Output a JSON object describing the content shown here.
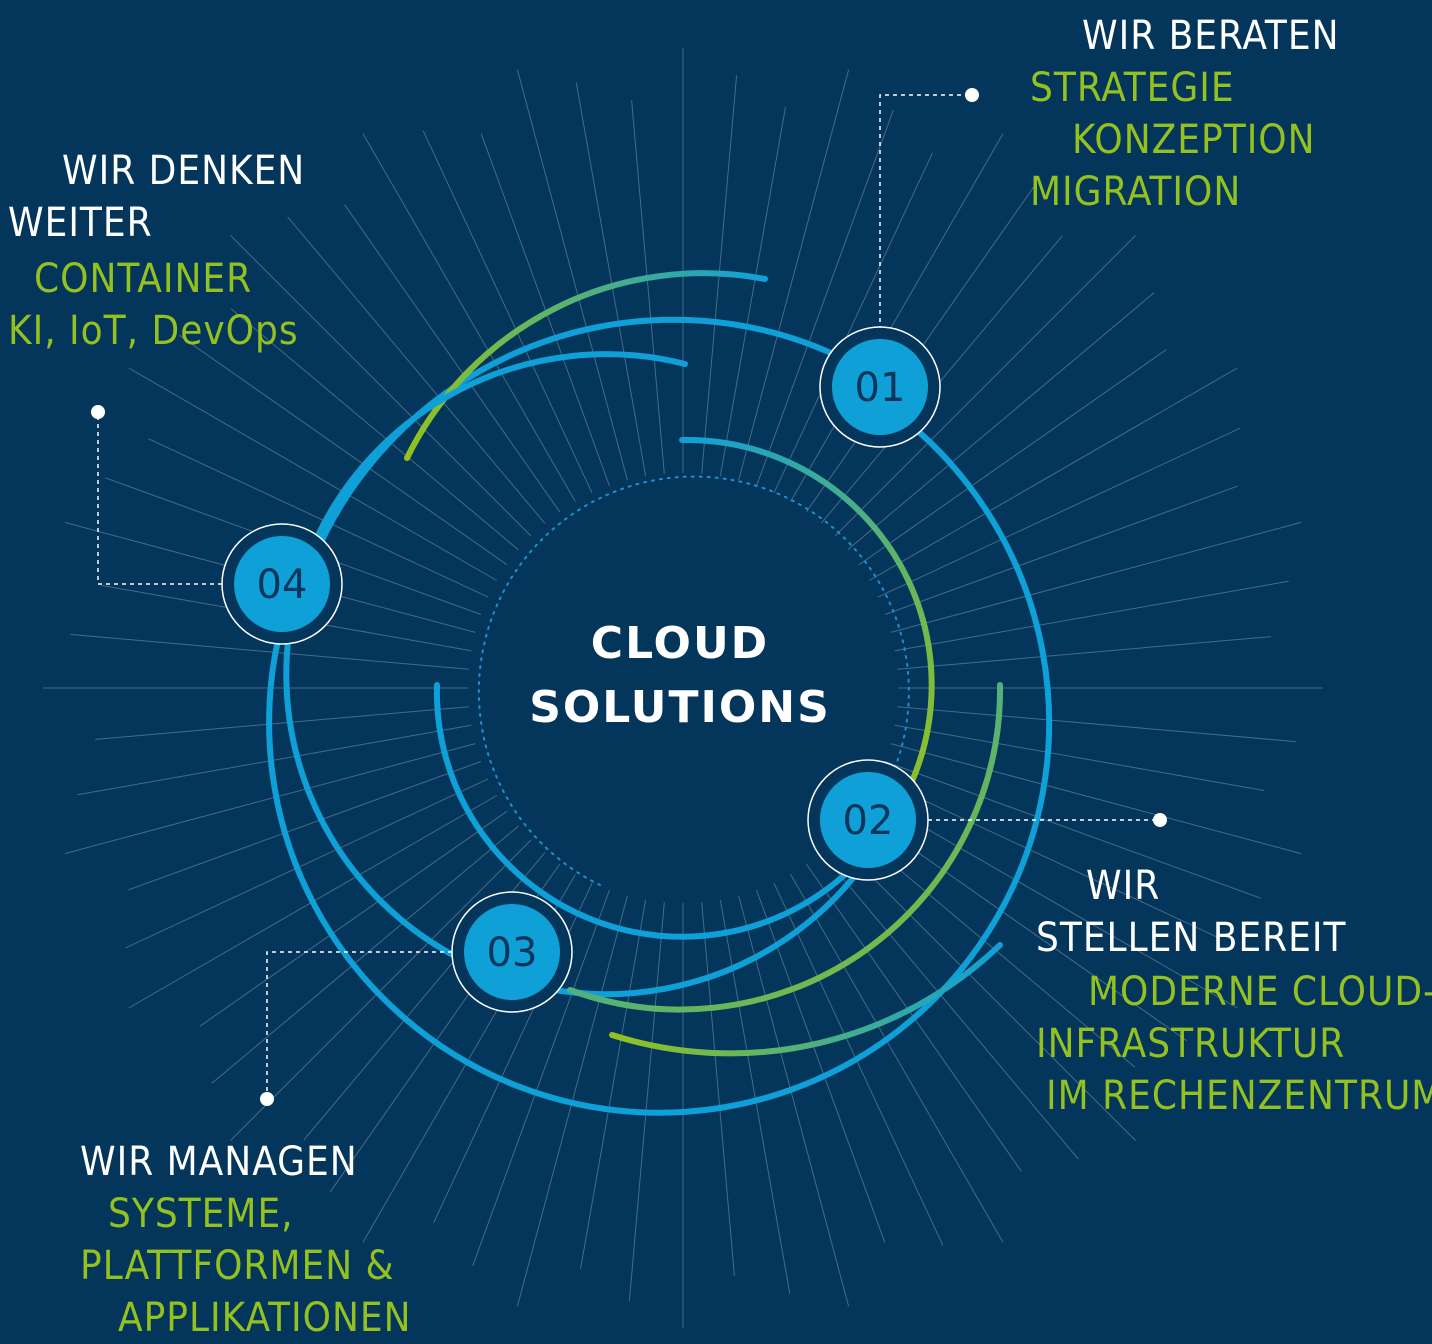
{
  "center": {
    "line1": "CLOUD",
    "line2": "SOLUTIONS"
  },
  "badges": [
    "01",
    "02",
    "03",
    "04"
  ],
  "sections": {
    "beraten": {
      "heading": "WIR BERATEN",
      "items": [
        "STRATEGIE",
        "KONZEPTION",
        "MIGRATION"
      ]
    },
    "bereitstellen": {
      "heading": [
        "WIR",
        "STELLEN BEREIT"
      ],
      "items": [
        "MODERNE CLOUD-",
        "INFRASTRUKTUR",
        "IM RECHENZENTRUM"
      ]
    },
    "managen": {
      "heading": "WIR MANAGEN",
      "items": [
        "SYSTEME,",
        "PLATTFORMEN &",
        "APPLIKATIONEN"
      ]
    },
    "denken": {
      "heading": [
        "WIR DENKEN",
        "WEITER"
      ],
      "items": [
        "CONTAINER",
        "KI, IoT, DevOps"
      ]
    }
  },
  "colors": {
    "background": "#03365a",
    "blue": "#0fa0d8",
    "green": "#94c11f",
    "teal": "#3fb3a8",
    "white": "#ffffff"
  }
}
